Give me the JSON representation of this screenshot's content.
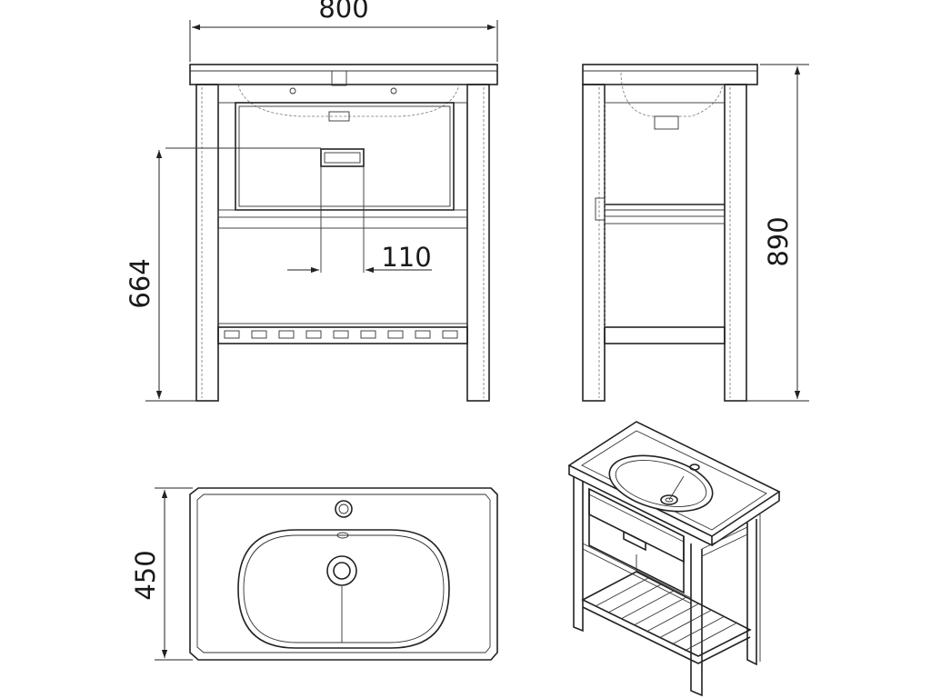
{
  "dimensions": {
    "width": "800",
    "height_total": "890",
    "height_frame": "664",
    "handle_offset": "110",
    "depth": "450"
  },
  "colors": {
    "line": "#222222",
    "background": "#ffffff"
  }
}
